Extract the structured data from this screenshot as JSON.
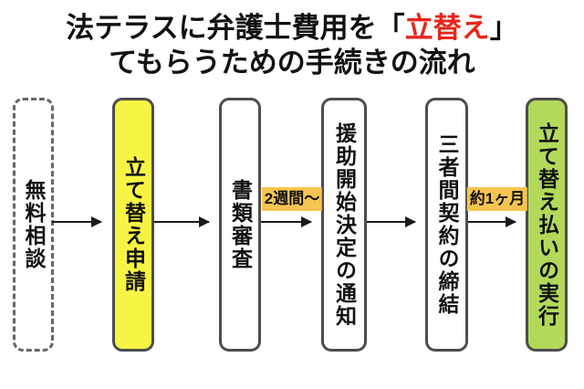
{
  "title": {
    "line1_before": "法テラスに弁護士費用を「",
    "line1_highlight": "立替え",
    "line1_after": "」",
    "line2": "てもらうための手続きの流れ",
    "highlight_color": "#e8251a"
  },
  "flow": {
    "steps": [
      {
        "label": "無料相談",
        "border_style": "dashed",
        "fill": "#ffffff"
      },
      {
        "label": "立て替え申請",
        "border_style": "solid",
        "fill": "#f7f544"
      },
      {
        "label": "書類審査",
        "border_style": "solid",
        "fill": "#ffffff"
      },
      {
        "label": "援助開始決定の通知",
        "border_style": "solid",
        "fill": "#ffffff"
      },
      {
        "label": "三者間契約の締結",
        "border_style": "solid",
        "fill": "#ffffff"
      },
      {
        "label": "立て替え払いの実行",
        "border_style": "solid",
        "fill": "#b2d95a"
      }
    ],
    "annotations": [
      {
        "text": "2週間〜",
        "between_steps": [
          3,
          4
        ],
        "bg": "#f6c550"
      },
      {
        "text": "約1ヶ月",
        "between_steps": [
          5,
          6
        ],
        "bg": "#f6c550"
      }
    ],
    "arrow_color": "#1a1a1a",
    "border_color": "#4d4d4d"
  }
}
